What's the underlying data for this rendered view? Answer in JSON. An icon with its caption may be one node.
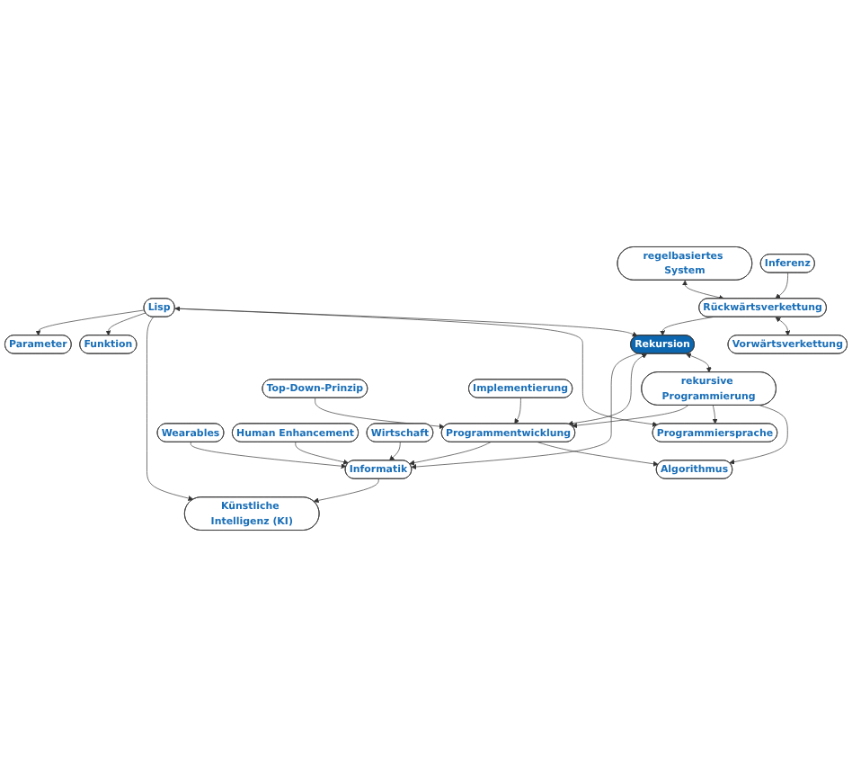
{
  "diagram": {
    "nodes": [
      {
        "text": [
          "Parameter"
        ]
      },
      {
        "text": [
          "Funktion"
        ]
      },
      {
        "text": [
          "Lisp"
        ]
      },
      {
        "text": [
          "Künstliche Intelligenz (KI)"
        ]
      },
      {
        "text": [
          "Programmiersprache"
        ]
      },
      {
        "text": [
          "regelbasiertes System"
        ]
      },
      {
        "text": [
          "Wearables"
        ]
      },
      {
        "text": [
          "Rekursion"
        ]
      },
      {
        "text": [
          "Human Enhancement"
        ]
      },
      {
        "text": [
          "Informatik"
        ]
      },
      {
        "text": [
          "Rückwärtsverkettung"
        ]
      },
      {
        "text": [
          "Inferenz"
        ]
      },
      {
        "text": [
          "Wirtschaft"
        ]
      },
      {
        "text": [
          "rekursive Programmierung"
        ]
      },
      {
        "text": [
          "Programmentwicklung"
        ]
      },
      {
        "text": [
          "Vorwärtsverkettung"
        ]
      },
      {
        "text": [
          "Algorithmus"
        ]
      },
      {
        "text": [
          "Top-Down-Prinzip"
        ]
      },
      {
        "text": [
          "Implementierung"
        ]
      }
    ],
    "edges": [
      {
        "from": 2,
        "to": 0,
        "arrow": "to"
      },
      {
        "from": 2,
        "to": 1,
        "arrow": "to"
      },
      {
        "from": 2,
        "to": 3,
        "arrow": "to"
      },
      {
        "from": 2,
        "to": 4,
        "arrow": "both"
      },
      {
        "from": 2,
        "to": 7,
        "arrow": "to"
      },
      {
        "from": 9,
        "to": 3,
        "arrow": "to"
      },
      {
        "from": 6,
        "to": 9,
        "arrow": "to"
      },
      {
        "from": 8,
        "to": 9,
        "arrow": "to"
      },
      {
        "from": 12,
        "to": 9,
        "arrow": "to"
      },
      {
        "from": 7,
        "to": 9,
        "arrow": "to"
      },
      {
        "from": 14,
        "to": 9,
        "arrow": "to"
      },
      {
        "from": 7,
        "to": 14,
        "arrow": "both"
      },
      {
        "from": 7,
        "to": 13,
        "arrow": "both"
      },
      {
        "from": 13,
        "to": 14,
        "arrow": "to"
      },
      {
        "from": 13,
        "to": 4,
        "arrow": "to"
      },
      {
        "from": 13,
        "to": 16,
        "arrow": "to"
      },
      {
        "from": 14,
        "to": 16,
        "arrow": "to"
      },
      {
        "from": 17,
        "to": 14,
        "arrow": "to"
      },
      {
        "from": 18,
        "to": 14,
        "arrow": "to"
      },
      {
        "from": 10,
        "to": 7,
        "arrow": "to"
      },
      {
        "from": 5,
        "to": 10,
        "arrow": "both"
      },
      {
        "from": 11,
        "to": 10,
        "arrow": "to"
      },
      {
        "from": 10,
        "to": 15,
        "arrow": "both"
      }
    ]
  }
}
